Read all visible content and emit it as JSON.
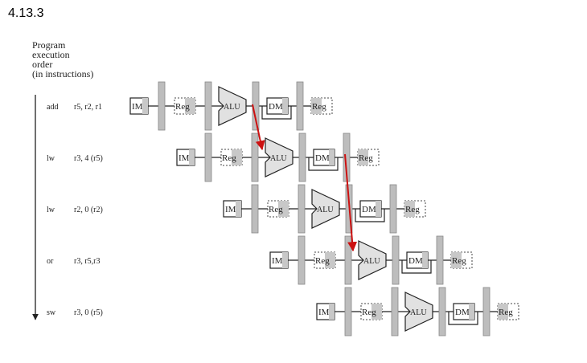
{
  "heading": "4.13.3",
  "axis_label": [
    "Program",
    "execution",
    "order",
    "(in instructions)"
  ],
  "stage_labels": {
    "im": "IM",
    "reg": "Reg",
    "alu": "ALU",
    "dm": "DM"
  },
  "instructions": [
    {
      "op": "add",
      "operands": "r5, r2, r1"
    },
    {
      "op": "lw",
      "operands": "r3, 4 (r5)"
    },
    {
      "op": "lw",
      "operands": "r2, 0 (r2)"
    },
    {
      "op": "or",
      "operands": "r3, r5,r3"
    },
    {
      "op": "sw",
      "operands": "r3, 0 (r5)"
    }
  ],
  "colors": {
    "forwarding_arrow": "#cc1111",
    "pipeline_register": "#bdbdbd",
    "stage_shade": "#c8c8c8",
    "line": "#222222",
    "text": "#222222"
  }
}
